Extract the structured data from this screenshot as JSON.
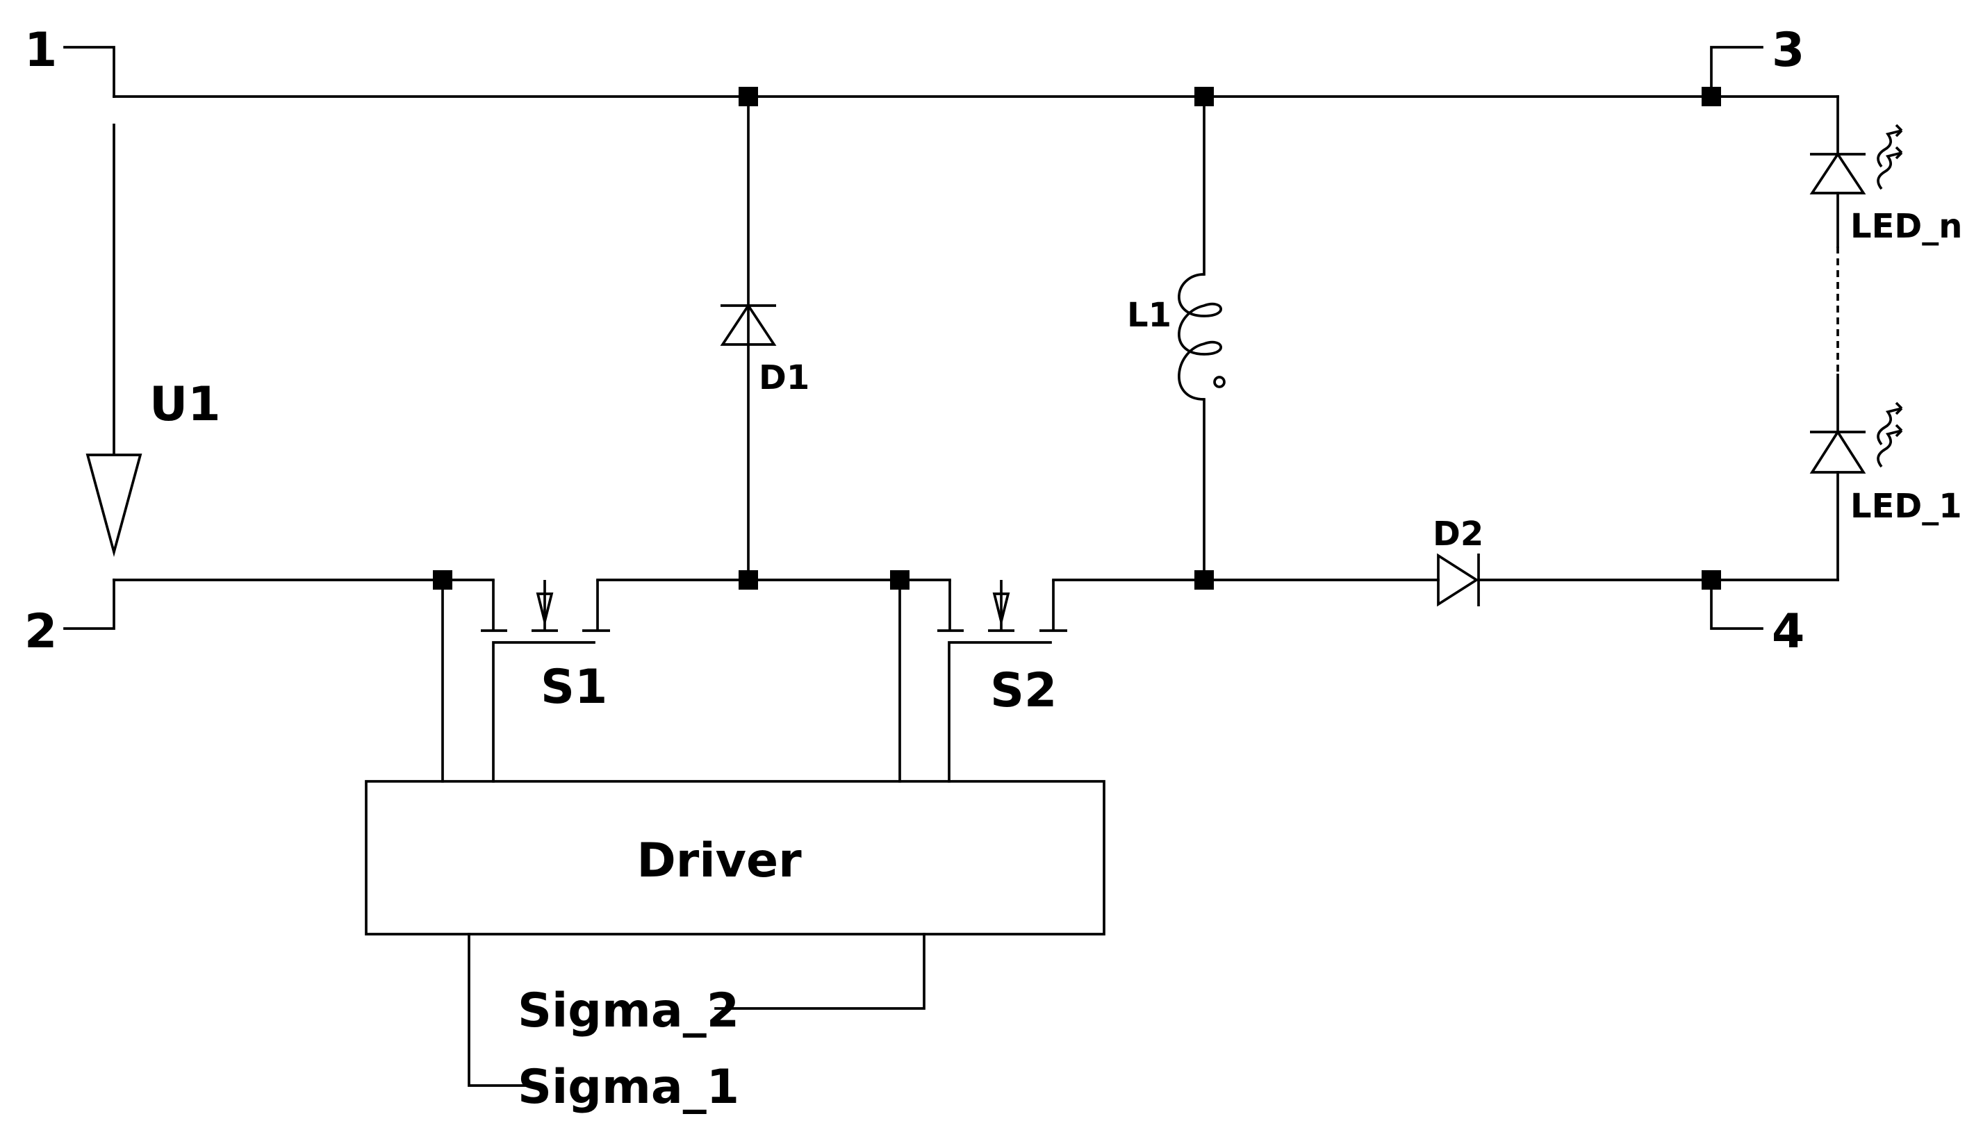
{
  "terminals": {
    "t1": "1",
    "t2": "2",
    "t3": "3",
    "t4": "4"
  },
  "labels": {
    "u1": "U1",
    "d1": "D1",
    "d2": "D2",
    "l1": "L1",
    "s1": "S1",
    "s2": "S2",
    "led_n": "LED_n",
    "led_1": "LED_1",
    "driver": "Driver",
    "sigma_2": "Sigma_2",
    "sigma_1": "Sigma_1"
  }
}
